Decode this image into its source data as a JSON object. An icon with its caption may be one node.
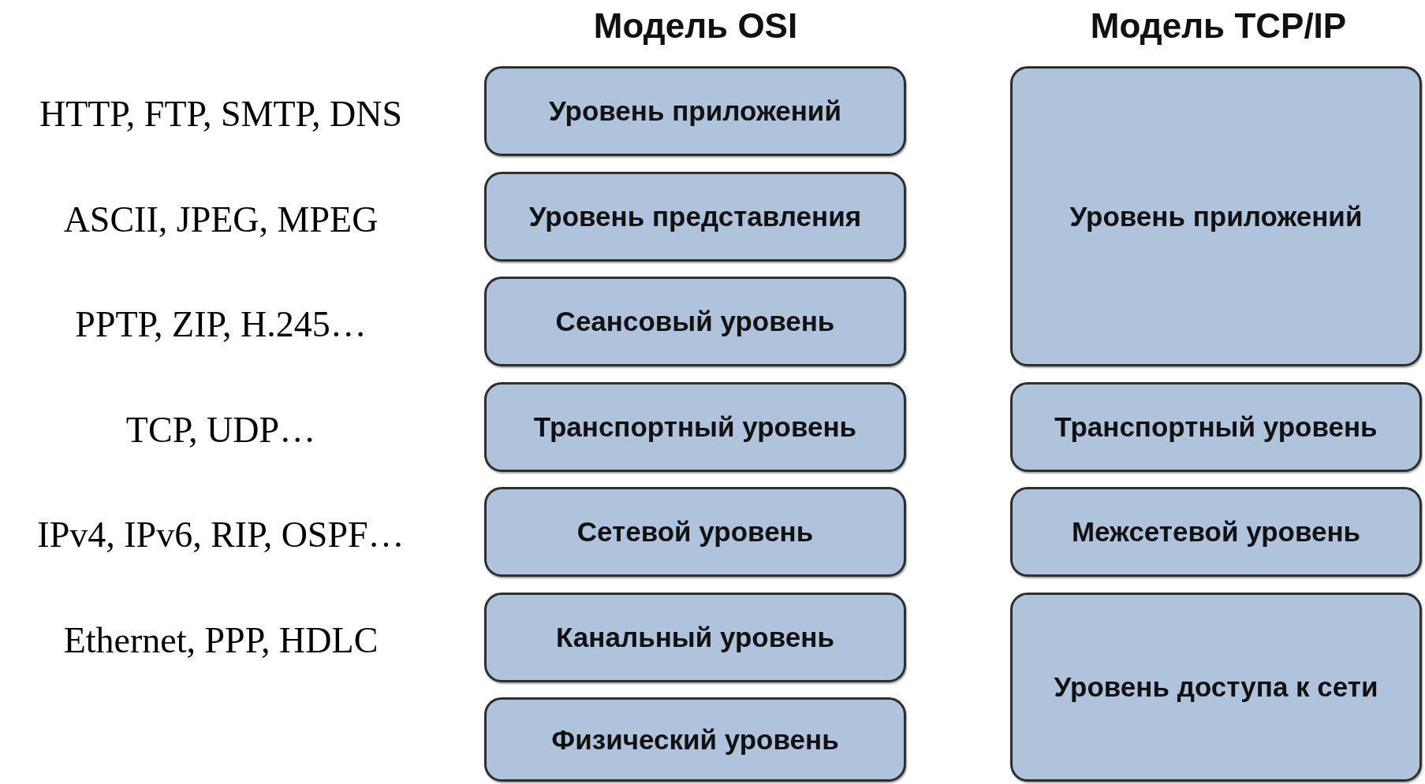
{
  "diagram": {
    "nodes": [
      {
        "text": [
          "Уровень приложений"
        ]
      },
      {
        "text": [
          "Уровень представления"
        ]
      },
      {
        "text": [
          "Сеансовый уровень"
        ]
      },
      {
        "text": [
          "Транспортный уровень"
        ]
      },
      {
        "text": [
          "Сетевой уровень"
        ]
      },
      {
        "text": [
          "Канальный уровень"
        ]
      },
      {
        "text": [
          "Физический уровень"
        ]
      },
      {
        "text": [
          "Уровень приложений"
        ]
      },
      {
        "text": [
          "Транспортный уровень"
        ]
      },
      {
        "text": [
          "Межсетевой уровень"
        ]
      },
      {
        "text": [
          "Уровень доступа к сети"
        ]
      }
    ],
    "labels": [
      "Модель OSI",
      "Модель TCP/IP",
      "HTTP, FTP, SMTP, DNS",
      "ASCII, JPEG, MPEG",
      "PPTP, ZIP, H.245…",
      "TCP, UDP…",
      "IPv4, IPv6, RIP, OSPF…",
      "Ethernet, PPP, HDLC"
    ]
  }
}
